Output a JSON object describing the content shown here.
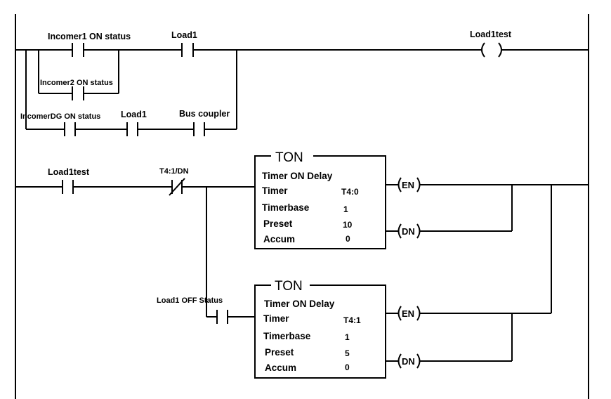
{
  "rung1": {
    "incomer1": "Incomer1 ON status",
    "incomer2": "Incomer2 ON status",
    "incomerDG": "IncomerDG ON status",
    "load1_a": "Load1",
    "load1_b": "Load1",
    "bus_coupler": "Bus coupler",
    "coil": "Load1test"
  },
  "rung2": {
    "load1test": "Load1test",
    "t4_1_dn": "T4:1/DN",
    "load1_off": "Load1 OFF Status"
  },
  "timer1": {
    "title": "TON",
    "heading": "Timer ON Delay",
    "timer_label": "Timer",
    "timer_value": "T4:0",
    "timebase_label": "Timerbase",
    "timebase_value": "1",
    "preset_label": "Preset",
    "preset_value": "10",
    "accum_label": "Accum",
    "accum_value": "0",
    "en": "EN",
    "dn": "DN"
  },
  "timer2": {
    "title": "TON",
    "heading": "Timer ON Delay",
    "timer_label": "Timer",
    "timer_value": "T4:1",
    "timebase_label": "Timerbase",
    "timebase_value": "1",
    "preset_label": "Preset",
    "preset_value": "5",
    "accum_label": "Accum",
    "accum_value": "0",
    "en": "EN",
    "dn": "DN"
  }
}
